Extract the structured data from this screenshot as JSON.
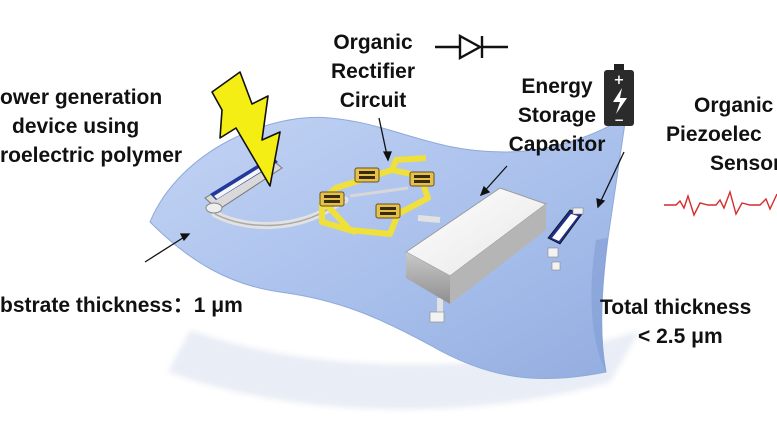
{
  "labels": {
    "power_generation": [
      "ower generation",
      "device using",
      "roelectric polymer"
    ],
    "rectifier": [
      "Organic",
      "Rectifier",
      "Circuit"
    ],
    "capacitor": [
      "Energy",
      "Storage",
      "Capacitor"
    ],
    "sensor": [
      "Organic",
      "Piezoelec",
      "Sensor"
    ],
    "substrate": "bstrate thickness：1 μm",
    "total": [
      "Total thickness",
      "< 2.5 μm"
    ]
  },
  "colors": {
    "substrate": "#a8c0ec",
    "substrate_edge": "#8ea9dc",
    "wiring": "#f2e23a",
    "lightning": "#f5ee14",
    "capacitor": "#f1f1f1",
    "sensor_blue": "#1d2e86",
    "signal": "#d82a2a"
  },
  "icons": [
    "lightning-bolt-icon",
    "diode-symbol-icon",
    "battery-icon",
    "pulse-signal-icon"
  ]
}
